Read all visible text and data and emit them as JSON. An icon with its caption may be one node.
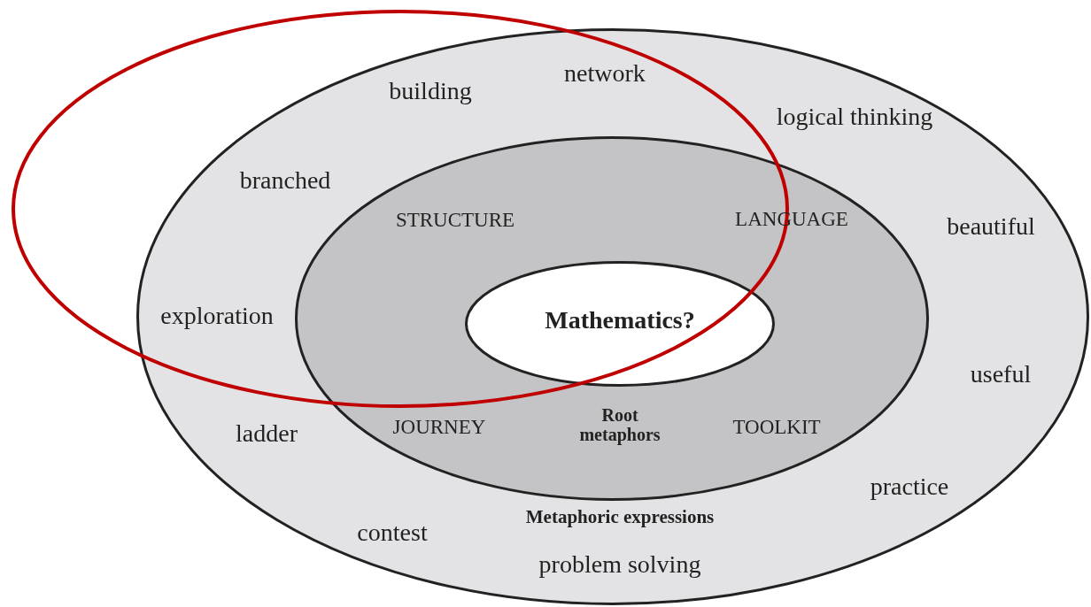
{
  "diagram": {
    "nodes": [
      {
        "text": [
          "Metaphoric expressions"
        ]
      },
      {
        "text": [
          "Root metaphors"
        ],
        "in": 0
      },
      {
        "text": [
          "Mathematics?"
        ]
      },
      {
        "text": [],
        "shape": "ellipse"
      }
    ],
    "labels": [
      "network",
      "building",
      "logical thinking",
      "branched",
      "STRUCTURE",
      "LANGUAGE",
      "beautiful",
      "exploration",
      "useful",
      "ladder",
      "JOURNEY",
      "TOOLKIT",
      "practice",
      "contest",
      "problem solving"
    ]
  }
}
